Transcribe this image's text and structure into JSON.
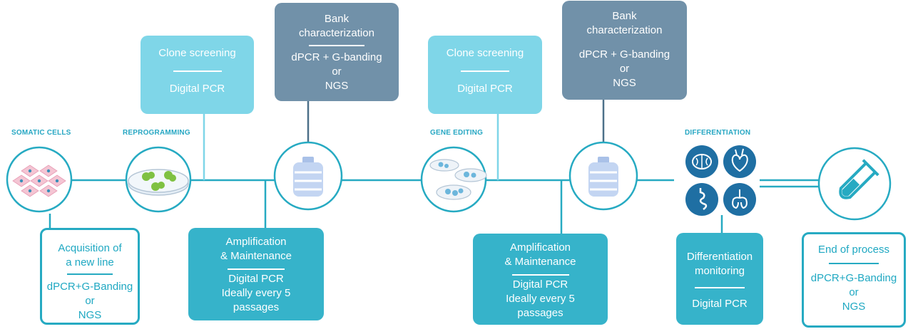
{
  "stages": {
    "somatic_cells": "SOMATIC CELLS",
    "reprogramming": "REPROGRAMMING",
    "gene_editing": "GENE EDITING",
    "differentiation": "DIFFERENTIATION"
  },
  "boxes": {
    "clone_screening_1": {
      "title": "Clone screening",
      "method": "Digital PCR"
    },
    "bank_char_1": {
      "title_l1": "Bank",
      "title_l2": "characterization",
      "m1": "dPCR + G-banding",
      "m2": "or",
      "m3": "NGS"
    },
    "clone_screening_2": {
      "title": "Clone screening",
      "method": "Digital PCR"
    },
    "bank_char_2": {
      "title_l1": "Bank",
      "title_l2": "characterization",
      "m1": "dPCR + G-banding",
      "m2": "or",
      "m3": "NGS"
    },
    "acquisition": {
      "t1": "Acquisition of",
      "t2": "a new line",
      "m1": "dPCR+G-Banding",
      "m2": "or",
      "m3": "NGS"
    },
    "amplification_1": {
      "t1": "Amplification",
      "t2": "& Maintenance",
      "m1": "Digital PCR",
      "m2": "Ideally every 5",
      "m3": "passages"
    },
    "amplification_2": {
      "t1": "Amplification",
      "t2": "& Maintenance",
      "m1": "Digital PCR",
      "m2": "Ideally every 5",
      "m3": "passages"
    },
    "diff_monitoring": {
      "t1": "Differentiation",
      "t2": "monitoring",
      "m1": "Digital PCR"
    },
    "end_process": {
      "t1": "End of process",
      "m1": "dPCR+G-Banding",
      "m2": "or",
      "m3": "NGS"
    }
  },
  "colors": {
    "line": "#26aac2",
    "light_box": "#7fd6e8",
    "slate_box": "#7191a9",
    "teal_box": "#36b3ca",
    "organ_tile": "#1f6fa3"
  },
  "icons": [
    "cells-icon",
    "petri-dish-icon",
    "bioreactor-icon",
    "edited-dishes-icon",
    "brain-icon",
    "heart-icon",
    "digestive-icon",
    "lungs-icon",
    "test-tube-icon"
  ]
}
